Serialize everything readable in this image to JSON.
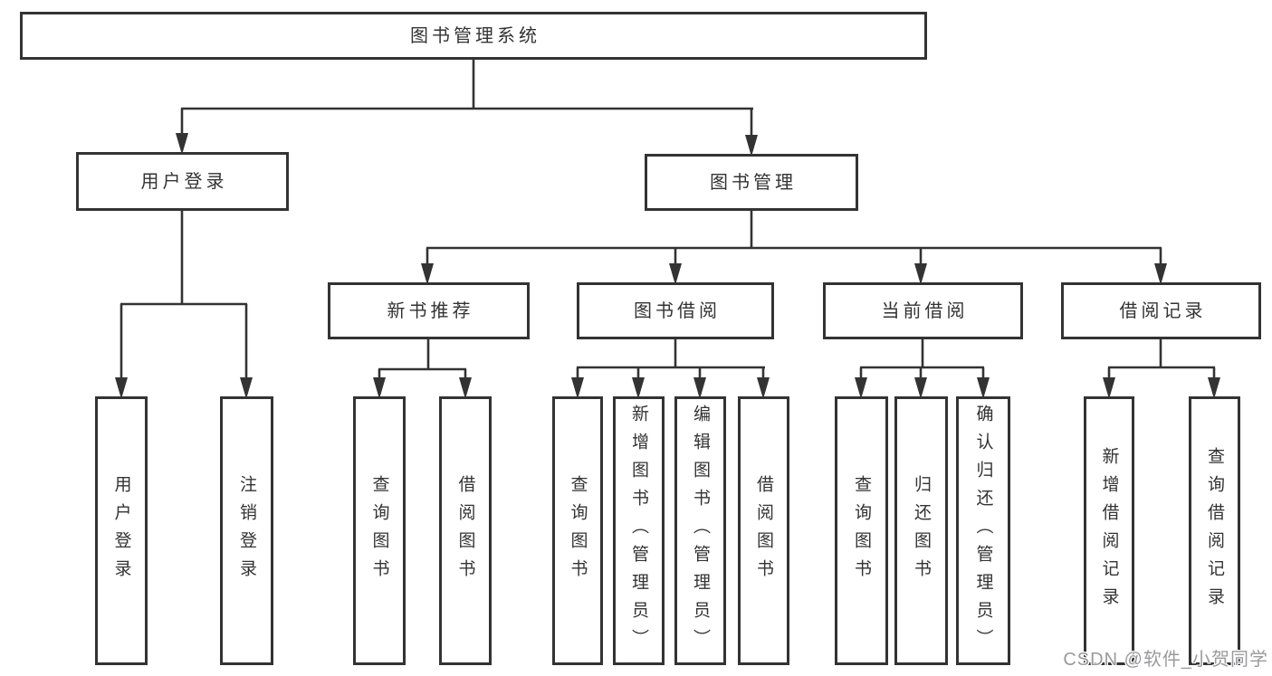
{
  "diagram": {
    "root": {
      "label": "图书管理系统"
    },
    "level2": [
      {
        "label": "用户登录"
      },
      {
        "label": "图书管理"
      }
    ],
    "level3": [
      {
        "label": "新书推荐"
      },
      {
        "label": "图书借阅"
      },
      {
        "label": "当前借阅"
      },
      {
        "label": "借阅记录"
      }
    ],
    "leaves": {
      "user_login": [
        "用户登录",
        "注销登录"
      ],
      "new_book": [
        "查询图书",
        "借阅图书"
      ],
      "book_borrow": [
        "查询图书",
        "新增图书（管理员）",
        "编辑图书（管理员）",
        "借阅图书"
      ],
      "current_borrow": [
        "查询图书",
        "归还图书",
        "确认归还（管理员）"
      ],
      "borrow_record": [
        "新增借阅记录",
        "查询借阅记录"
      ]
    }
  },
  "watermark": {
    "text": "CSDN @软件_小贺同学"
  },
  "colors": {
    "line": "#333333",
    "box_border": "#333333",
    "text": "#333333",
    "watermark": "#9a9a9e",
    "background": "#ffffff"
  }
}
